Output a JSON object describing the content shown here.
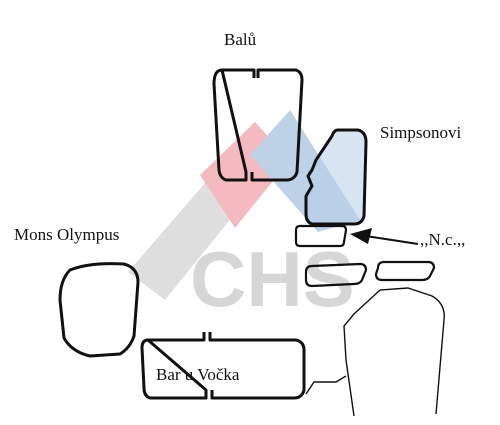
{
  "labels": {
    "balu": "Balů",
    "simpsonovi": "Simpsonovi",
    "mons_olympus": "Mons Olympus",
    "nc": ",,N.c.,,",
    "bar_u_vocka": "Bar u Vočka"
  },
  "watermark": {
    "text": "CHS",
    "colors": {
      "red": "#f2a3ab",
      "blue": "#a9c3e0",
      "gray": "#d4d4d4"
    }
  },
  "colors": {
    "outline": "#111111",
    "simpsonovi_fill": "#b6cde8"
  }
}
